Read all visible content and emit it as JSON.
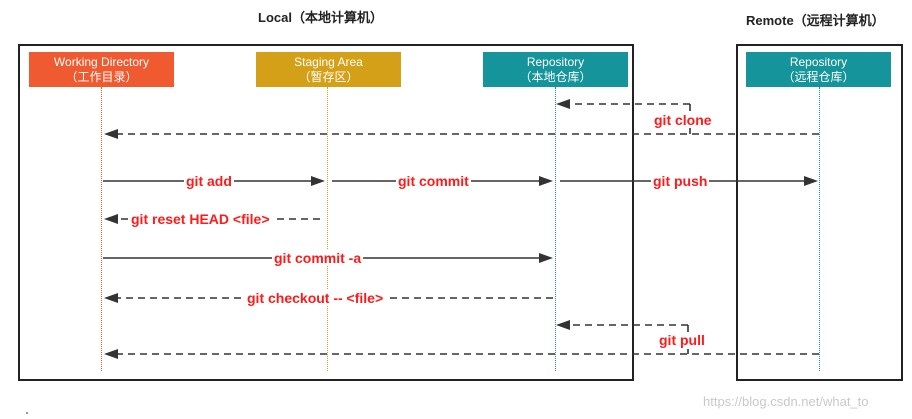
{
  "headings": {
    "local": "Local（本地计算机）",
    "remote": "Remote（远程计算机）"
  },
  "nodes": {
    "working_directory": {
      "line1": "Working Directory",
      "line2": "（工作目录）",
      "color": "#f05a30"
    },
    "staging_area": {
      "line1": "Staging Area",
      "line2": "（暂存区）",
      "color": "#d4a017"
    },
    "local_repository": {
      "line1": "Repository",
      "line2": "（本地仓库）",
      "color": "#15959b"
    },
    "remote_repository": {
      "line1": "Repository",
      "line2": "（远程仓库）",
      "color": "#15959b"
    }
  },
  "commands": {
    "git_clone": "git clone",
    "git_add": "git add",
    "git_commit": "git commit",
    "git_push": "git push",
    "git_reset_head": "git reset HEAD <file>",
    "git_commit_a": "git commit -a",
    "git_checkout": "git checkout -- <file>",
    "git_pull": "git pull"
  },
  "colors": {
    "command_text": "#ff1a1a",
    "arrow": "#333333",
    "border": "#222222"
  },
  "watermark": "https://blog.csdn.net/what_to"
}
